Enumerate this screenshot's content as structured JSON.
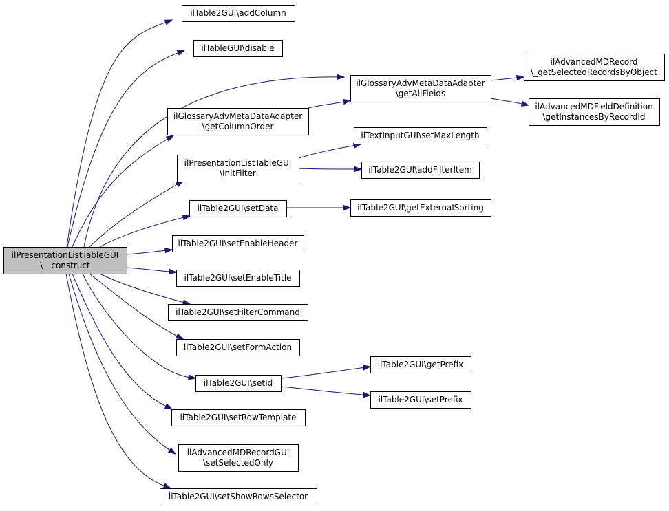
{
  "graph": {
    "root": "root",
    "nodes": [
      {
        "id": "root",
        "lines": [
          "ilPresentationListTableGUI",
          "\\__construct"
        ],
        "root": true
      },
      {
        "id": "addColumn",
        "lines": [
          "ilTable2GUI\\addColumn"
        ]
      },
      {
        "id": "disable",
        "lines": [
          "ilTableGUI\\disable"
        ]
      },
      {
        "id": "getAllFields",
        "lines": [
          "ilGlossaryAdvMetaDataAdapter",
          "\\getAllFields"
        ]
      },
      {
        "id": "getSelectedRecords",
        "lines": [
          "ilAdvancedMDRecord",
          "\\_getSelectedRecordsByObject"
        ]
      },
      {
        "id": "getInstancesByRecordId",
        "lines": [
          "ilAdvancedMDFieldDefinition",
          "\\getInstancesByRecordId"
        ]
      },
      {
        "id": "getColumnOrder",
        "lines": [
          "ilGlossaryAdvMetaDataAdapter",
          "\\getColumnOrder"
        ]
      },
      {
        "id": "initFilter",
        "lines": [
          "ilPresentationListTableGUI",
          "\\initFilter"
        ]
      },
      {
        "id": "setMaxLength",
        "lines": [
          "ilTextInputGUI\\setMaxLength"
        ]
      },
      {
        "id": "addFilterItem",
        "lines": [
          "ilTable2GUI\\addFilterItem"
        ]
      },
      {
        "id": "setData",
        "lines": [
          "ilTable2GUI\\setData"
        ]
      },
      {
        "id": "getExternalSorting",
        "lines": [
          "ilTable2GUI\\getExternalSorting"
        ]
      },
      {
        "id": "setEnableHeader",
        "lines": [
          "ilTable2GUI\\setEnableHeader"
        ]
      },
      {
        "id": "setEnableTitle",
        "lines": [
          "ilTable2GUI\\setEnableTitle"
        ]
      },
      {
        "id": "setFilterCommand",
        "lines": [
          "ilTable2GUI\\setFilterCommand"
        ]
      },
      {
        "id": "setFormAction",
        "lines": [
          "ilTable2GUI\\setFormAction"
        ]
      },
      {
        "id": "setId",
        "lines": [
          "ilTable2GUI\\setId"
        ]
      },
      {
        "id": "getPrefix",
        "lines": [
          "ilTable2GUI\\getPrefix"
        ]
      },
      {
        "id": "setPrefix",
        "lines": [
          "ilTable2GUI\\setPrefix"
        ]
      },
      {
        "id": "setRowTemplate",
        "lines": [
          "ilTable2GUI\\setRowTemplate"
        ]
      },
      {
        "id": "setSelectedOnly",
        "lines": [
          "ilAdvancedMDRecordGUI",
          "\\setSelectedOnly"
        ]
      },
      {
        "id": "setShowRowsSelector",
        "lines": [
          "ilTable2GUI\\setShowRowsSelector"
        ]
      }
    ],
    "edges": [
      {
        "from": "root",
        "to": "addColumn"
      },
      {
        "from": "root",
        "to": "disable"
      },
      {
        "from": "root",
        "to": "getAllFields"
      },
      {
        "from": "root",
        "to": "getColumnOrder"
      },
      {
        "from": "root",
        "to": "initFilter"
      },
      {
        "from": "root",
        "to": "setData"
      },
      {
        "from": "root",
        "to": "setEnableHeader"
      },
      {
        "from": "root",
        "to": "setEnableTitle"
      },
      {
        "from": "root",
        "to": "setFilterCommand"
      },
      {
        "from": "root",
        "to": "setFormAction"
      },
      {
        "from": "root",
        "to": "setId"
      },
      {
        "from": "root",
        "to": "setRowTemplate"
      },
      {
        "from": "root",
        "to": "setSelectedOnly"
      },
      {
        "from": "root",
        "to": "setShowRowsSelector"
      },
      {
        "from": "getAllFields",
        "to": "getSelectedRecords"
      },
      {
        "from": "getAllFields",
        "to": "getInstancesByRecordId"
      },
      {
        "from": "getColumnOrder",
        "to": "getAllFields"
      },
      {
        "from": "initFilter",
        "to": "setMaxLength"
      },
      {
        "from": "initFilter",
        "to": "addFilterItem"
      },
      {
        "from": "setData",
        "to": "getExternalSorting"
      },
      {
        "from": "setId",
        "to": "getPrefix"
      },
      {
        "from": "setId",
        "to": "setPrefix"
      }
    ]
  },
  "colors": {
    "edge": "#191970",
    "root_fill": "#bfbfbf",
    "node_fill": "#ffffff",
    "node_border": "#000000"
  }
}
